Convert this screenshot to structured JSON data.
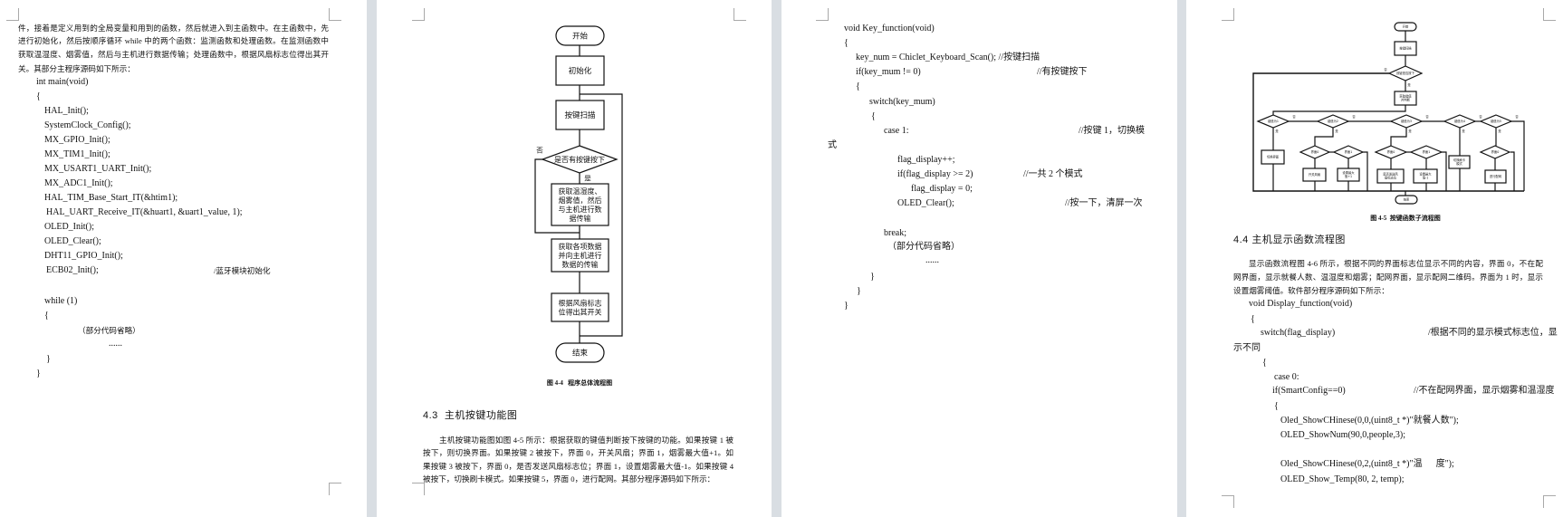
{
  "page1": {
    "para": [
      "件，接着是定义用到的全局变量和用到的函数，然后就进入到主函数中。在主函数中，先",
      "进行初始化，然后按顺序循环 while 中的两个函数：监测函数和处理函数。在监测函数中",
      "获取温湿度、烟雾值，然后与主机进行数据传输；处理函数中，根据风扇标志位得出其开",
      "关。其部分主程序源码如下所示："
    ],
    "code": [
      "int main(void)",
      "{",
      "HAL_Init();",
      "SystemClock_Config();",
      "MX_GPIO_Init();",
      "MX_TIM1_Init();",
      "MX_USART1_UART_Init();",
      "MX_ADC1_Init();",
      "HAL_TIM_Base_Start_IT(&htim1);",
      "HAL_UART_Receive_IT(&huart1, &uart1_value, 1);",
      "OLED_Init();",
      "OLED_Clear();",
      "DHT11_GPIO_Init();",
      "ECB02_Init();",
      "/蓝牙模块初始化",
      "while (1)",
      "{",
      "（部分代码省略）",
      "......",
      "}",
      "}"
    ]
  },
  "page2": {
    "flow": {
      "start": "开始",
      "init": "初始化",
      "scan": "按键扫描",
      "decision": "是否有按键按下",
      "no": "否",
      "yes": "是",
      "box1": [
        "获取温湿度、",
        "烟雾值，然后",
        "与主机进行数",
        "据传输"
      ],
      "box2": [
        "获取各项数据",
        "并向主机进行",
        "数据的传输"
      ],
      "box3": [
        "根据风扇标志",
        "位得出其开关"
      ],
      "end": "结束"
    },
    "caption": "图 4-4   程序总体流程图",
    "heading": "4.3  主机按键功能图",
    "para": [
      "主机按键功能图如图 4-5 所示：根据获取的键值判断按下按键的功能。如果按键 1 被",
      "按下，则切换界面。如果按键 2 被按下，界面 0，开关风扇；界面 1，烟雾最大值+1。如",
      "果按键 3 被按下，界面 0，是否发送风扇标志位；界面 1，设置烟雾最大值-1。如果按键 4",
      "被按下，切换刷卡模式。如果按键 5，界面 0，进行配网。其部分程序源码如下所示："
    ]
  },
  "page3": {
    "code": [
      "void Key_function(void)",
      "{",
      "key_num = Chiclet_Keyboard_Scan(); //按键扫描",
      "if(key_mum != 0)",
      "//有按键按下",
      "{",
      "switch(key_mum)",
      "{",
      "case 1:",
      "//按键 1，切换模",
      "式",
      "flag_display++;",
      "if(flag_display >= 2)",
      "//一共 2 个模式",
      "flag_display = 0;",
      "OLED_Clear();",
      "//按一下，清屏一次",
      "break;",
      "（部分代码省略）",
      "......",
      "}",
      "}",
      "}"
    ]
  },
  "page4": {
    "flow": {
      "start": "开始",
      "scan": "按键扫描",
      "pressed": "按键是否按下",
      "no": "否",
      "yes": "是",
      "getkey": [
        "获取键值",
        "并判断"
      ],
      "keys": [
        "键值为1",
        "键值为2",
        "键值为3",
        "键值为4",
        "键值为5"
      ],
      "ui0": "界面0",
      "ui1": "界面1",
      "switch_ui": "切换界面",
      "fan_toggle": "开关风扇",
      "max_plus": [
        "设置最大",
        "值+1"
      ],
      "send_flag": [
        "是否发送风",
        "扇标志位"
      ],
      "max_minus": [
        "设置最大",
        "值-1"
      ],
      "card_mode": [
        "切换刷卡",
        "模式"
      ],
      "netcfg": "进行配网",
      "end": "结束"
    },
    "caption": "图 4-5  按键函数子流程图",
    "heading": "4.4 主机显示函数流程图",
    "para": [
      "显示函数流程图 4-6 所示，根据不同的界面标志位显示不同的内容，界面 0，不在配",
      "网界面，显示就餐人数、温湿度和烟雾；配网界面，显示配网二维码。界面为 1 时，显示",
      "设置烟雾阈值。软件部分程序源码如下所示："
    ],
    "code": [
      "void Display_function(void)",
      "{",
      "switch(flag_display)",
      "/根据不同的显示模式标志位，显",
      "示不同",
      "{",
      "case 0:",
      "if(SmartConfig==0)",
      "//不在配网界面，显示烟雾和温湿度",
      "{",
      "Oled_ShowCHinese(0,0,(uint8_t *)\"就餐人数\");",
      "OLED_ShowNum(90,0,people,3);",
      "Oled_ShowCHinese(0,2,(uint8_t *)\"温      度\");",
      "OLED_Show_Temp(80, 2, temp);"
    ]
  }
}
